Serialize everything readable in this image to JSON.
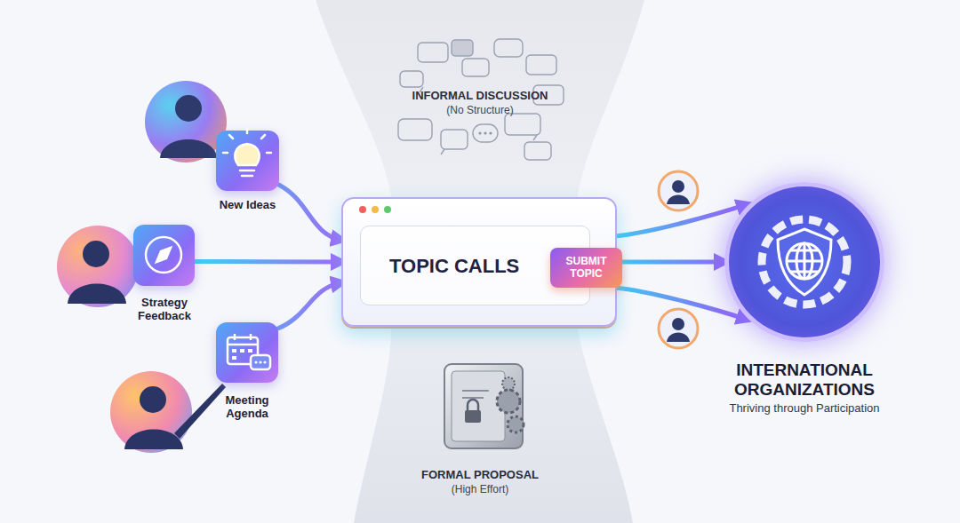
{
  "diagram": {
    "nodes": [
      {
        "text": [
          "New Ideas"
        ]
      },
      {
        "text": [
          "Strategy Feedback"
        ]
      },
      {
        "text": [
          "Meeting Agenda"
        ]
      },
      {
        "text": [
          "TOPIC CALLS"
        ]
      },
      {
        "text": [
          "SUBMIT TOPIC"
        ],
        "in": 3
      },
      {
        "text": [
          "INTERNATIONAL ORGANIZATIONS",
          "Thriving through Participation"
        ]
      }
    ],
    "edges": [
      {
        "from": 0,
        "to": 3,
        "arrow": "to"
      },
      {
        "from": 1,
        "to": 3,
        "arrow": "to"
      },
      {
        "from": 2,
        "to": 3,
        "arrow": "to"
      },
      {
        "from": 3,
        "to": 5,
        "arrow": "to"
      },
      {
        "from": 3,
        "to": 5,
        "arrow": "to"
      },
      {
        "from": 3,
        "to": 5,
        "arrow": "to"
      }
    ],
    "labels": [
      "INFORMAL DISCUSSION",
      "(No Structure)",
      "FORMAL PROPOSAL",
      "(High Effort)"
    ]
  }
}
